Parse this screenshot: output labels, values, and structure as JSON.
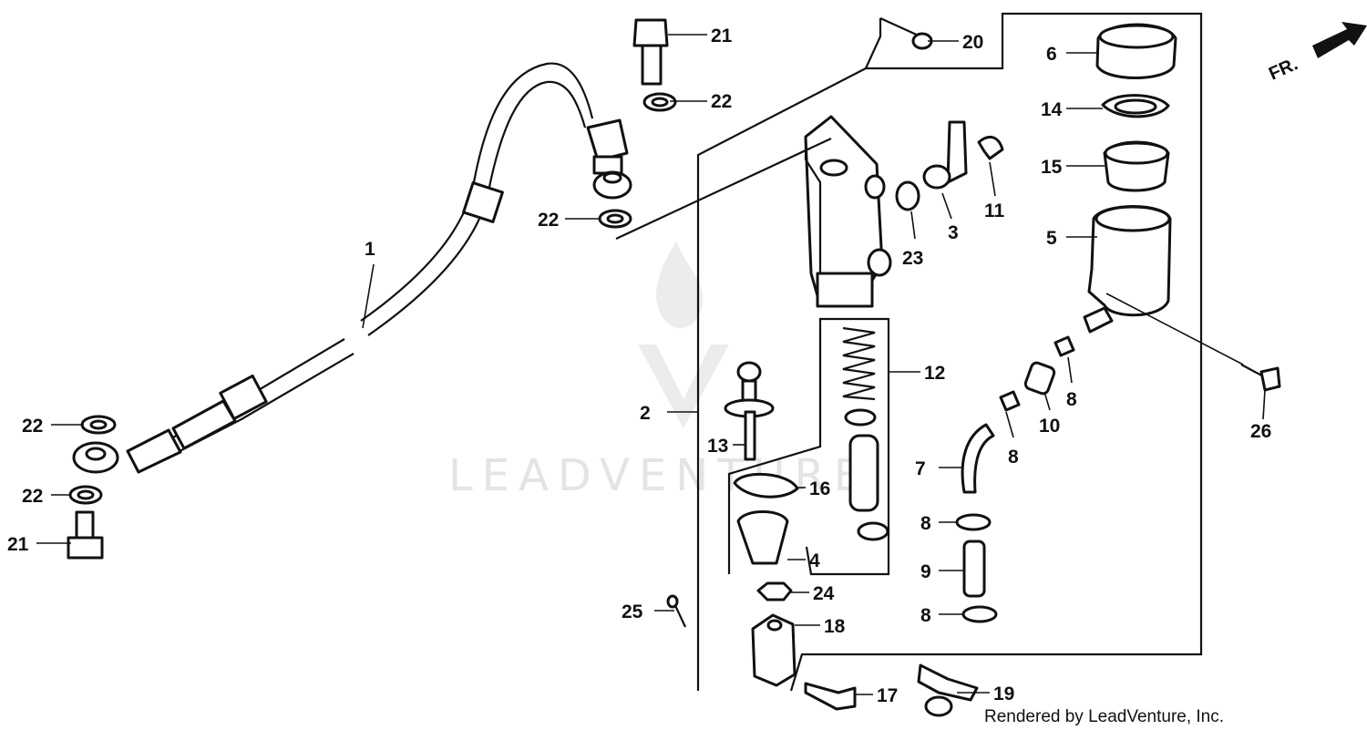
{
  "diagram": {
    "direction_marker": "FR.",
    "watermark": "LEADVENTURE",
    "credit": "Rendered by LeadVenture, Inc.",
    "callouts": [
      {
        "id": "c21a",
        "label": "21"
      },
      {
        "id": "c22a",
        "label": "22"
      },
      {
        "id": "c22b",
        "label": "22"
      },
      {
        "id": "c1",
        "label": "1"
      },
      {
        "id": "c22c",
        "label": "22"
      },
      {
        "id": "c22d",
        "label": "22"
      },
      {
        "id": "c21b",
        "label": "21"
      },
      {
        "id": "c20",
        "label": "20"
      },
      {
        "id": "c6",
        "label": "6"
      },
      {
        "id": "c14",
        "label": "14"
      },
      {
        "id": "c15",
        "label": "15"
      },
      {
        "id": "c5",
        "label": "5"
      },
      {
        "id": "c3",
        "label": "3"
      },
      {
        "id": "c11",
        "label": "11"
      },
      {
        "id": "c23",
        "label": "23"
      },
      {
        "id": "c12",
        "label": "12"
      },
      {
        "id": "c2",
        "label": "2"
      },
      {
        "id": "c13",
        "label": "13"
      },
      {
        "id": "c16",
        "label": "16"
      },
      {
        "id": "c4",
        "label": "4"
      },
      {
        "id": "c24",
        "label": "24"
      },
      {
        "id": "c25",
        "label": "25"
      },
      {
        "id": "c18",
        "label": "18"
      },
      {
        "id": "c17",
        "label": "17"
      },
      {
        "id": "c19",
        "label": "19"
      },
      {
        "id": "c7",
        "label": "7"
      },
      {
        "id": "c8a",
        "label": "8"
      },
      {
        "id": "c8b",
        "label": "8"
      },
      {
        "id": "c8c",
        "label": "8"
      },
      {
        "id": "c8d",
        "label": "8"
      },
      {
        "id": "c9",
        "label": "9"
      },
      {
        "id": "c10",
        "label": "10"
      },
      {
        "id": "c26",
        "label": "26"
      }
    ]
  }
}
